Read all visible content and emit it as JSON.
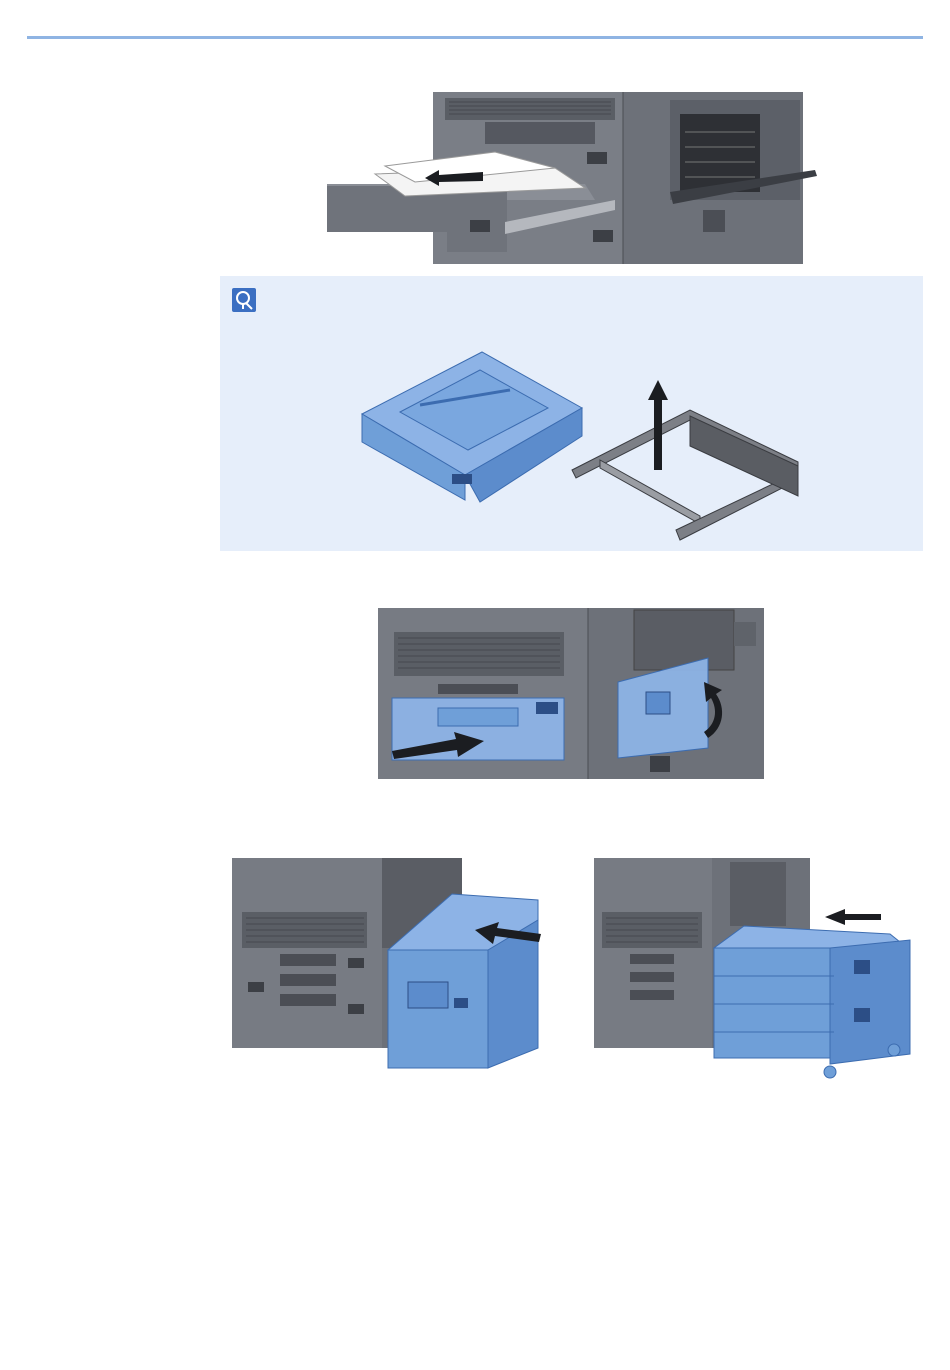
{
  "page": {
    "accent_color": "#8fb4e3",
    "note_background": "#e6eefa",
    "highlight_blue": "#6f9fd8",
    "printer_gray": "#6d7179"
  },
  "note": {
    "icon": "lightbulb-note-icon"
  },
  "figures": [
    {
      "name": "figure-pull-out-cassette",
      "icons": [
        "arrow-left-icon"
      ]
    },
    {
      "name": "figure-remove-cassette-and-rails",
      "icons": [
        "arrow-up-icon"
      ]
    },
    {
      "name": "figure-push-cassette-close-cover",
      "icons": [
        "arrow-right-icon",
        "curved-arrow-up-icon"
      ]
    },
    {
      "name": "figure-reattach-side-feeder",
      "icons": [
        "arrow-left-icon"
      ]
    },
    {
      "name": "figure-reattach-large-capacity-feeder",
      "icons": [
        "arrow-left-icon"
      ]
    }
  ]
}
